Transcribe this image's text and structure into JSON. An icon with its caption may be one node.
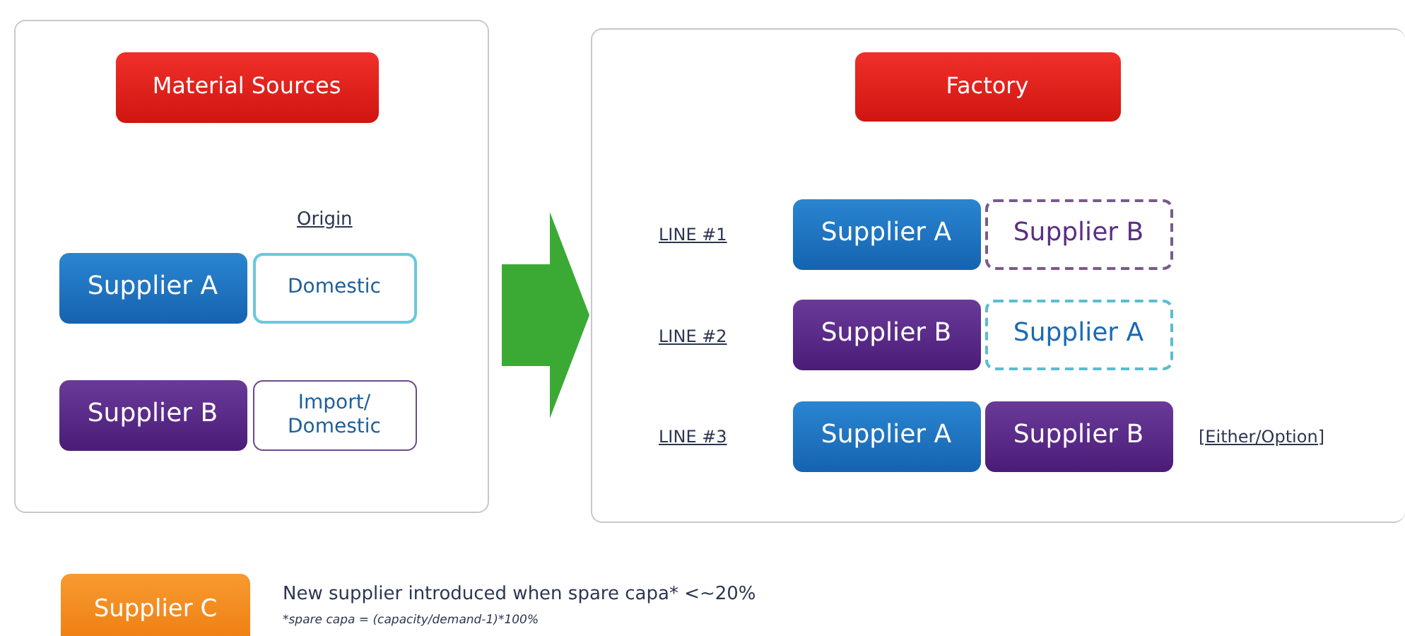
{
  "diagram": {
    "nodes": [
      {
        "text": [],
        "shape": "box"
      },
      {
        "text": [
          "Material Sources"
        ],
        "in": 0
      },
      {
        "text": [
          "Supplier A"
        ],
        "in": 0
      },
      {
        "text": [
          "Domestic"
        ],
        "in": 0
      },
      {
        "text": [
          "Supplier B"
        ],
        "in": 0
      },
      {
        "text": [
          "Import/ Domestic"
        ],
        "in": 0
      },
      {
        "text": [],
        "shape": "box"
      },
      {
        "text": [
          "Factory"
        ],
        "in": 6
      },
      {
        "text": [
          "Supplier A"
        ],
        "in": 6
      },
      {
        "text": [
          "Supplier B"
        ],
        "in": 6
      },
      {
        "text": [
          "Supplier B"
        ],
        "in": 6
      },
      {
        "text": [
          "Supplier A"
        ],
        "in": 6
      },
      {
        "text": [
          "Supplier A"
        ],
        "in": 6
      },
      {
        "text": [
          "Supplier B"
        ],
        "in": 6
      },
      {
        "text": [
          "Supplier C"
        ],
        "beside": [
          "New supplier introduced when spare capa* <~20%",
          "*spare capa = (capacity/demand-1)*100%"
        ]
      }
    ],
    "edges": [
      {
        "from": 0,
        "to": 6,
        "arrow": "to",
        "color": "#3aaa35"
      }
    ],
    "labels": [
      "Origin",
      "LINE #1",
      "LINE #2",
      "LINE #3",
      "[Either/Option]"
    ]
  }
}
